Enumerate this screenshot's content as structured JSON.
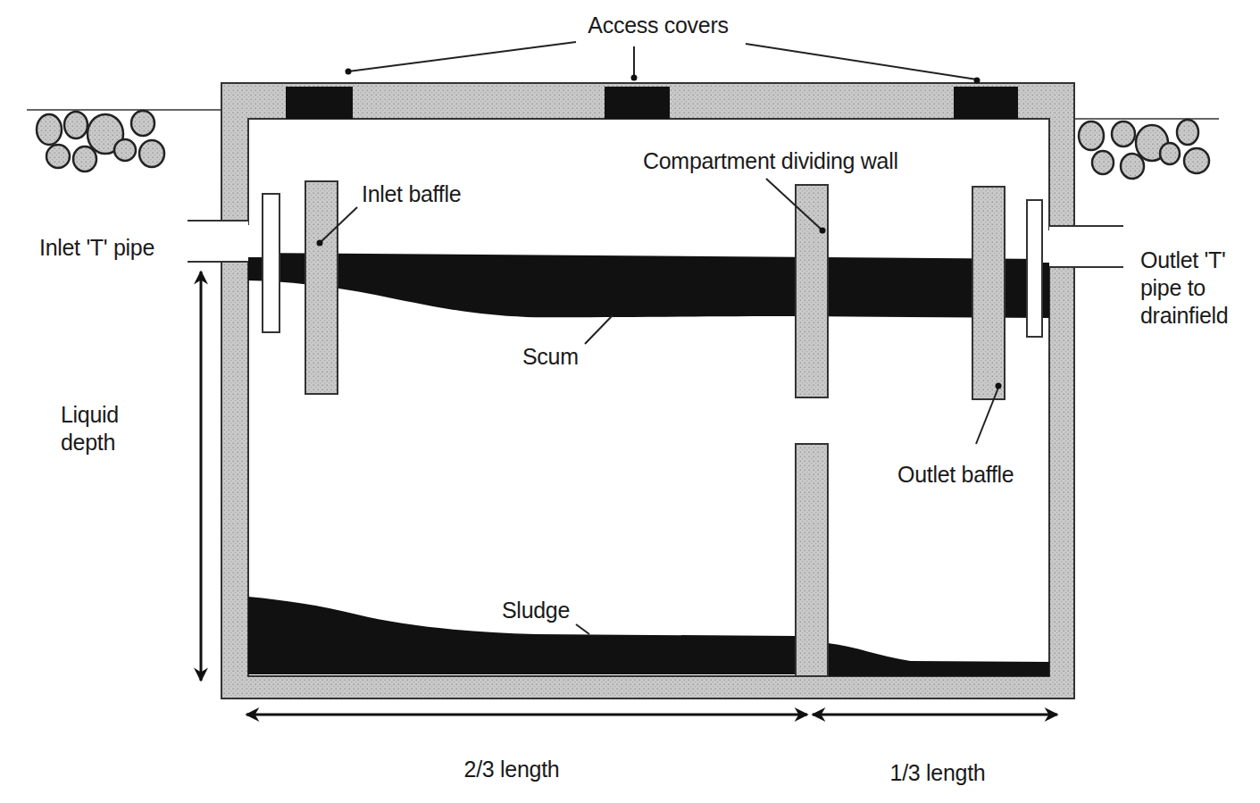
{
  "diagram": {
    "labels": [
      "Access covers",
      "Inlet baffle",
      "Compartment dividing wall",
      "Inlet 'T' pipe",
      "Scum",
      "Outlet 'T' pipe to drainfield",
      "Liquid depth",
      "Outlet baffle",
      "Sludge",
      "2/3 length",
      "1/3 length"
    ]
  }
}
